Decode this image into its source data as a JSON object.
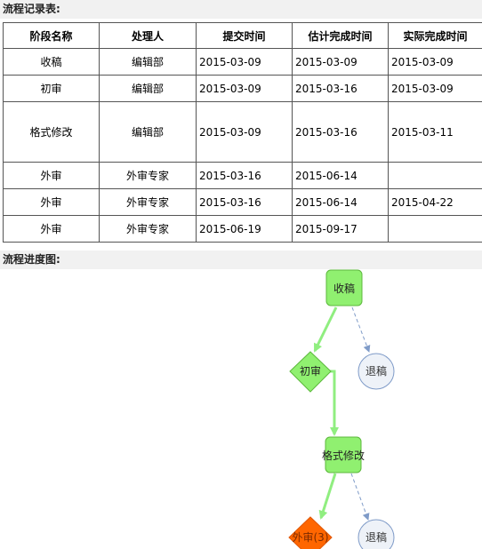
{
  "records": {
    "title": "流程记录表:",
    "headers": [
      "阶段名称",
      "处理人",
      "提交时间",
      "估计完成时间",
      "实际完成时间"
    ],
    "rows": [
      [
        "收稿",
        "编辑部",
        "2015-03-09",
        "2015-03-09",
        "2015-03-09"
      ],
      [
        "初审",
        "编辑部",
        "2015-03-09",
        "2015-03-16",
        "2015-03-09"
      ],
      [
        "格式修改",
        "编辑部",
        "2015-03-09",
        "2015-03-16",
        "2015-03-11"
      ],
      [
        "外审",
        "外审专家",
        "2015-03-16",
        "2015-06-14",
        ""
      ],
      [
        "外审",
        "外审专家",
        "2015-03-16",
        "2015-06-14",
        "2015-04-22"
      ],
      [
        "外审",
        "外审专家",
        "2015-06-19",
        "2015-09-17",
        ""
      ]
    ]
  },
  "progress": {
    "title": "流程进度图:",
    "nodes": {
      "receive": "收稿",
      "reject1": "退稿",
      "first_review": "初审",
      "format_revise": "格式修改",
      "reject2": "退稿",
      "external_review": "外审(3)"
    },
    "colors": {
      "done_fill": "#90f070",
      "done_stroke": "#5cb83c",
      "current_fill": "#ff6600",
      "reject_fill": "#eef2f8",
      "reject_stroke": "#7f9bc8",
      "arrow_done": "#90ee80",
      "arrow_dashed": "#7f9bc8"
    }
  }
}
